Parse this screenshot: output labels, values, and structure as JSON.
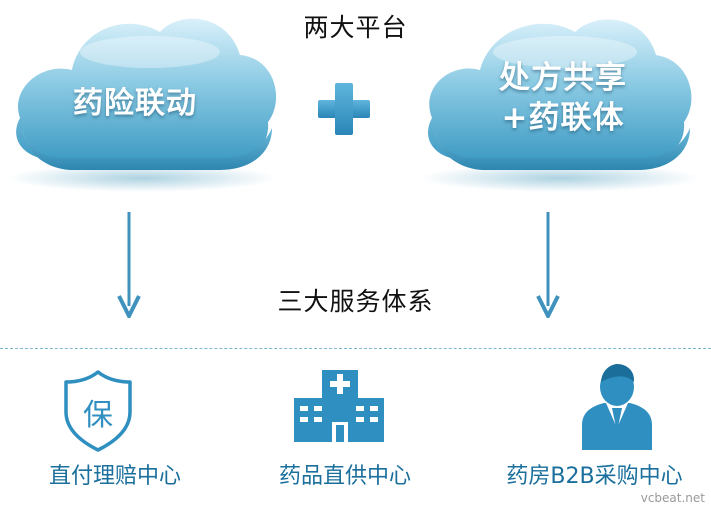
{
  "platforms_title": "两大平台",
  "services_title": "三大服务体系",
  "platforms": [
    {
      "label": "药险联动"
    },
    {
      "line1": "处方共享",
      "line2": "+药联体"
    }
  ],
  "services": [
    {
      "label": "直付理赔中心",
      "icon": "shield-icon",
      "icon_text": "保"
    },
    {
      "label": "药品直供中心",
      "icon": "hospital-icon"
    },
    {
      "label": "药房B2B采购中心",
      "icon": "person-icon"
    }
  ],
  "watermark": "vcbeat.net",
  "colors": {
    "cloud_light": "#bfe4f4",
    "cloud_mid": "#7cc3df",
    "cloud_dark": "#3e97bf",
    "accent": "#2f8fc0",
    "label_blue": "#1a6f9c"
  }
}
